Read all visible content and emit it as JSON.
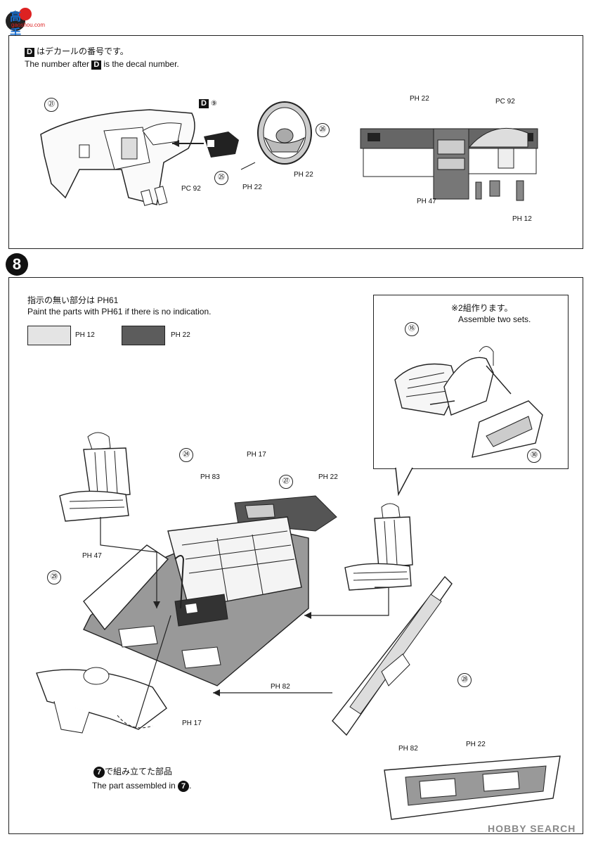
{
  "logo": {
    "top": "高手网",
    "sub": "gaoshou.com"
  },
  "step7": {
    "note_jp_tail": "はデカールの番号です。",
    "note_en_head": "The number after",
    "note_en_tail": "is the decal number.",
    "decal_letter": "D",
    "parts": {
      "p21": "㉑",
      "decal9": "⑨",
      "p26": "㉖",
      "p25": "㉕",
      "pc92a": "PC 92",
      "ph22a": "PH 22",
      "ph22b": "PH 22",
      "ph22c": "PH 22",
      "pc92b": "PC 92",
      "ph47": "PH 47",
      "ph12": "PH 12"
    }
  },
  "step8": {
    "number": "8",
    "note_jp": "指示の無い部分は PH61",
    "note_en": "Paint the parts with PH61 if there is no indication.",
    "swatch1_label": "PH 12",
    "swatch2_label": "PH 22",
    "inset_jp": "※2組作ります。",
    "inset_en": "Assemble two sets.",
    "inset_parts": {
      "p16": "⑯",
      "p30": "㉚"
    },
    "parts": {
      "p24": "㉔",
      "p27": "㉗",
      "p29": "㉙",
      "p28": "㉘",
      "ph17a": "PH 17",
      "ph83": "PH 83",
      "ph22": "PH 22",
      "ph47": "PH 47",
      "ph82": "PH 82",
      "ph17b": "PH 17",
      "door_ph82": "PH 82",
      "door_ph22": "PH 22"
    },
    "assembled_jp": "で組み立てた部品",
    "assembled_en": "The part assembled in",
    "assembled_step": "7"
  },
  "watermark": "HOBBY SEARCH",
  "colors": {
    "ph12": "#e2e2e2",
    "ph22": "#5a5a5a",
    "ph82": "#8c8c8c",
    "black": "#111111"
  }
}
